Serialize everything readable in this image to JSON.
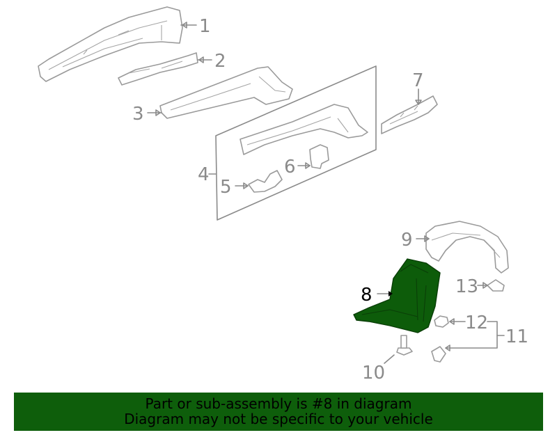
{
  "diagram": {
    "highlight_color": "#0d5c0a",
    "callouts": {
      "c1": "1",
      "c2": "2",
      "c3": "3",
      "c4": "4",
      "c5": "5",
      "c6": "6",
      "c7": "7",
      "c8": "8",
      "c9": "9",
      "c10": "10",
      "c11": "11",
      "c12": "12",
      "c13": "13"
    },
    "highlighted_part": "8"
  },
  "banner": {
    "background": "#0e5e0b",
    "line1": "Part or sub-assembly is #8 in diagram",
    "line2": "Diagram may not be specific to your vehicle"
  }
}
